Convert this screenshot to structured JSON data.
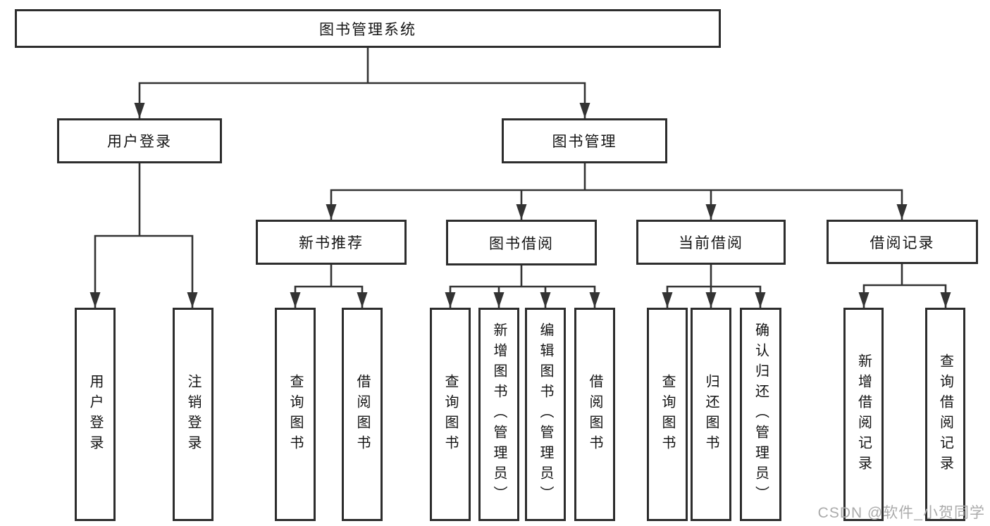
{
  "diagram": {
    "root": {
      "label": "图书管理系统"
    },
    "branches": [
      {
        "label": "用户登录",
        "children": [
          {
            "label": "用户登录"
          },
          {
            "label": "注销登录"
          }
        ]
      },
      {
        "label": "图书管理",
        "children": [
          {
            "label": "新书推荐",
            "children": [
              {
                "label": "查询图书"
              },
              {
                "label": "借阅图书"
              }
            ]
          },
          {
            "label": "图书借阅",
            "children": [
              {
                "label": "查询图书"
              },
              {
                "label": "新增图书（管理员）"
              },
              {
                "label": "编辑图书（管理员）"
              },
              {
                "label": "借阅图书"
              }
            ]
          },
          {
            "label": "当前借阅",
            "children": [
              {
                "label": "查询图书"
              },
              {
                "label": "归还图书"
              },
              {
                "label": "确认归还（管理员）"
              }
            ]
          },
          {
            "label": "借阅记录",
            "children": [
              {
                "label": "新增借阅记录"
              },
              {
                "label": "查询借阅记录"
              }
            ]
          }
        ]
      }
    ]
  },
  "watermark": {
    "text": "CSDN @软件_小贺同学"
  },
  "colors": {
    "line": "#333333",
    "border": "#2d2d2d",
    "text": "#141414",
    "watermark": "#ababab",
    "background": "#ffffff"
  }
}
